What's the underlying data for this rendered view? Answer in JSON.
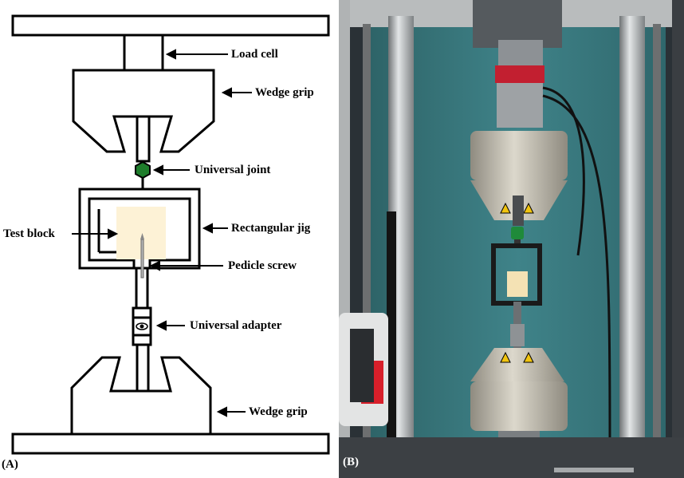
{
  "panel_a": {
    "label": "(A)",
    "callouts": {
      "load_cell": "Load cell",
      "wedge_grip_top": "Wedge grip",
      "universal_joint": "Universal joint",
      "rectangular_jig": "Rectangular jig",
      "test_block": "Test block",
      "pedicle_screw": "Pedicle screw",
      "universal_adapter": "Universal adapter",
      "wedge_grip_bottom": "Wedge grip"
    },
    "colors": {
      "line": "#000000",
      "joint": "#1e7d2b",
      "test_block": "#fdf2d6"
    }
  },
  "panel_b": {
    "label": "(B)",
    "colors": {
      "backdrop": "#3c7d84",
      "frame": "#b9bcbd",
      "column": "#a8abad",
      "grip": "#bdb9ad",
      "load_cell_band": "#c21f30",
      "jig": "#1a1a1a",
      "test_block": "#f4e2b4",
      "joint": "#1f8a3a",
      "warning": "#f1c40f"
    }
  }
}
